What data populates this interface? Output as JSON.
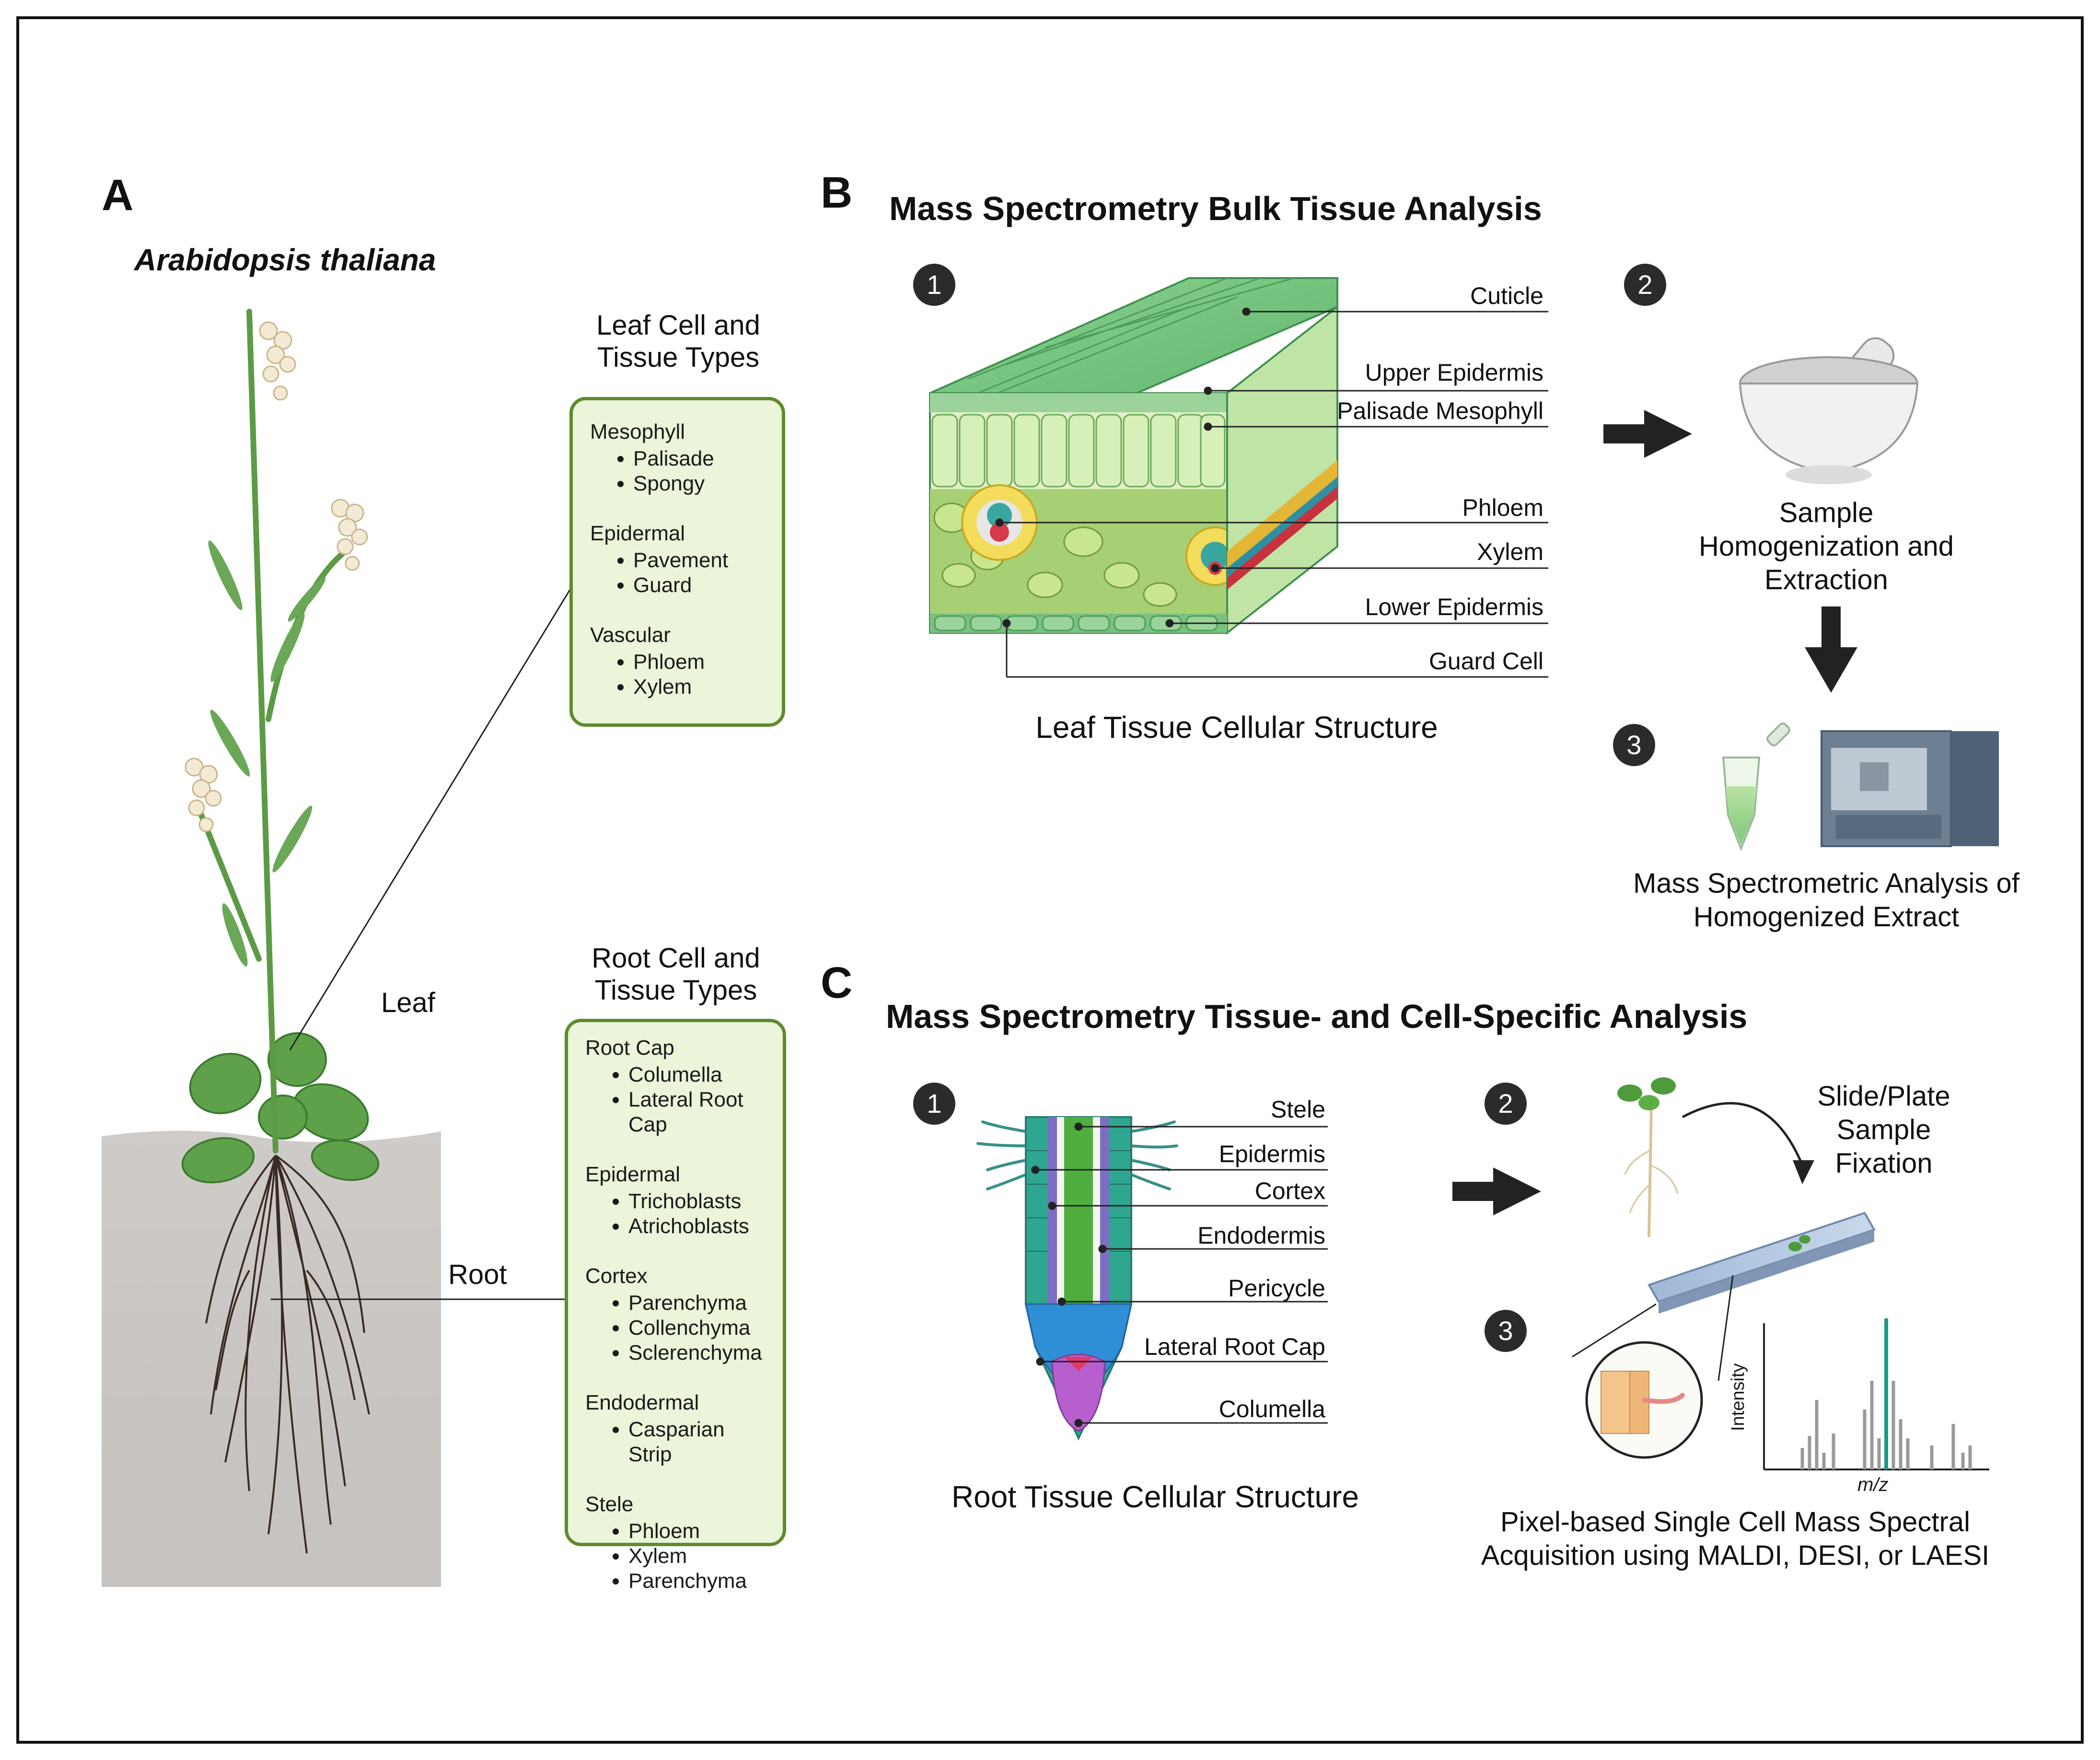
{
  "panels": {
    "a": {
      "letter": "A",
      "species": "Arabidopsis thaliana",
      "leaf_label": "Leaf",
      "root_label": "Root",
      "leaf_box": {
        "title_line1": "Leaf Cell and",
        "title_line2": "Tissue Types",
        "groups": [
          {
            "name": "Mesophyll",
            "items": [
              "Palisade",
              "Spongy"
            ]
          },
          {
            "name": "Epidermal",
            "items": [
              "Pavement",
              "Guard"
            ]
          },
          {
            "name": "Vascular",
            "items": [
              "Phloem",
              "Xylem"
            ]
          }
        ]
      },
      "root_box": {
        "title_line1": "Root Cell and",
        "title_line2": "Tissue Types",
        "groups": [
          {
            "name": "Root Cap",
            "items": [
              "Columella",
              "Lateral Root Cap"
            ]
          },
          {
            "name": "Epidermal",
            "items": [
              "Trichoblasts",
              "Atrichoblasts"
            ]
          },
          {
            "name": "Cortex",
            "items": [
              "Parenchyma",
              "Collenchyma",
              "Sclerenchyma"
            ]
          },
          {
            "name": "Endodermal",
            "items": [
              "Casparian Strip"
            ]
          },
          {
            "name": "Stele",
            "items": [
              "Phloem",
              "Xylem",
              "Parenchyma"
            ]
          }
        ]
      }
    },
    "b": {
      "letter": "B",
      "title": "Mass Spectrometry Bulk Tissue Analysis",
      "steps": [
        "1",
        "2",
        "3"
      ],
      "leaf_labels": {
        "cuticle": "Cuticle",
        "upper_epidermis": "Upper Epidermis",
        "palisade_mesophyll": "Palisade Mesophyll",
        "phloem": "Phloem",
        "xylem": "Xylem",
        "lower_epidermis": "Lower Epidermis",
        "guard_cell": "Guard Cell"
      },
      "leaf_caption": "Leaf Tissue Cellular Structure",
      "homog_line1": "Sample",
      "homog_line2": "Homogenization and",
      "homog_line3": "Extraction",
      "ms_line1": "Mass Spectrometric Analysis of",
      "ms_line2": "Homogenized Extract"
    },
    "c": {
      "letter": "C",
      "title": "Mass Spectrometry Tissue- and Cell-Specific Analysis",
      "steps": [
        "1",
        "2",
        "3"
      ],
      "root_labels": {
        "stele": "Stele",
        "epidermis": "Epidermis",
        "cortex": "Cortex",
        "endodermis": "Endodermis",
        "pericycle": "Pericycle",
        "lateral_root_cap": "Lateral Root Cap",
        "columella": "Columella"
      },
      "root_caption": "Root Tissue Cellular Structure",
      "fix_line1": "Slide/Plate",
      "fix_line2": "Sample",
      "fix_line3": "Fixation",
      "y_axis": "Intensity",
      "x_axis": "m/z",
      "acq_line1": "Pixel-based Single Cell Mass Spectral",
      "acq_line2": "Acquisition using MALDI, DESI, or LAESI"
    }
  },
  "colors": {
    "leaf_green": "#6fc07a",
    "box_fill": "#eaf5d9",
    "box_border": "#5f8a2e",
    "highlight_teal": "#1a9a8a",
    "soil": "#cdc9c6"
  }
}
